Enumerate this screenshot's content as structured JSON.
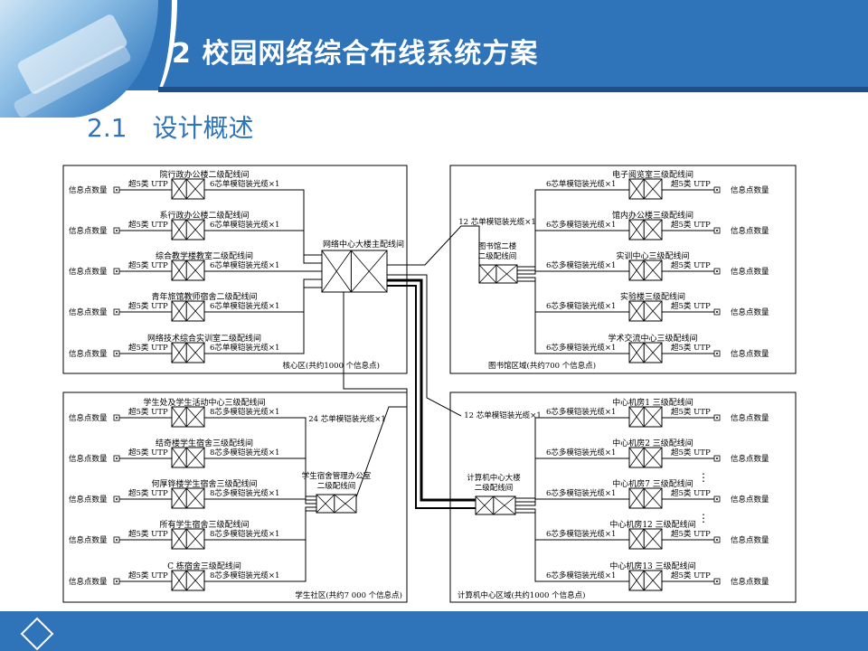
{
  "header": {
    "title": "2  校园网络综合布线系统方案"
  },
  "section": {
    "number": "2.1",
    "title": "设计概述"
  },
  "colors": {
    "header_blue": "#2f73b8",
    "band_dark": "#1d4f8a"
  },
  "diagram": {
    "core": {
      "main_room": "网络中心大楼主配线间",
      "footer": "核心区(共约1000 个信息点)",
      "rows": [
        {
          "room": "院行政办公楼二级配线间",
          "fiber": "6芯单模铠装光缆×1"
        },
        {
          "room": "系行政办公楼二级配线间",
          "fiber": "6芯单模铠装光缆×1"
        },
        {
          "room": "综合教学楼教室二级配线间",
          "fiber": "6芯单模铠装光缆×1"
        },
        {
          "room": "青年旅馆教师宿舍二级配线间",
          "fiber": "6芯单模铠装光缆×1"
        },
        {
          "room": "网络技术综合实训室二级配线间",
          "fiber": "6芯单模铠装光缆×1"
        }
      ]
    },
    "library": {
      "center_line1": "图书馆二楼",
      "center_line2": "二级配线间",
      "uplink": "12 芯单模铠装光缆×1",
      "footer": "图书馆区域(共约700 个信息点)",
      "rows": [
        {
          "room": "电子阅览室三级配线间",
          "fiber": "6芯单模铠装光缆×1"
        },
        {
          "room": "馆内办公楼三级配线间",
          "fiber": "6芯多模铠装光缆×1"
        },
        {
          "room": "实训中心三级配线间",
          "fiber": "6芯多模铠装光缆×1"
        },
        {
          "room": "实验楼三级配线间",
          "fiber": "6芯多模铠装光缆×1"
        },
        {
          "room": "学术交流中心三级配线间",
          "fiber": "6芯多模铠装光缆×1"
        }
      ]
    },
    "student": {
      "center_line1": "学生宿舍管理办公室",
      "center_line2": "二级配线间",
      "uplink": "24 芯单模铠装光缆×1",
      "footer": "学生社区(共约7 000 个信息点)",
      "rows": [
        {
          "room": "学生处及学生活动中心三级配线间",
          "fiber": "8芯多模铠装光缆×1"
        },
        {
          "room": "结奇楼学生宿舍三级配线间",
          "fiber": "8芯多模铠装光缆×1"
        },
        {
          "room": "何厚铧楼学生宿舍三级配线间",
          "fiber": "8芯多模铠装光缆×1"
        },
        {
          "room": "所有学生宿舍三级配线间",
          "fiber": "8芯多模铠装光缆×1"
        },
        {
          "room": "C 栋宿舍三级配线间",
          "fiber": "8芯多模铠装光缆×1"
        }
      ]
    },
    "computer": {
      "center_line1": "计算机中心大楼",
      "center_line2": "二级配线间",
      "uplink": "12 芯单模铠装光缆×1",
      "footer": "计算机中心区域(共约1000 个信息点)",
      "rows": [
        {
          "room": "中心机房1 三级配线间",
          "fiber": "6芯多模铠装光缆×1"
        },
        {
          "room": "中心机房2 三级配线间",
          "fiber": "6芯多模铠装光缆×1"
        },
        {
          "room": "中心机房7 三级配线间",
          "fiber": "6芯多模铠装光缆×1"
        },
        {
          "room": "中心机房12 三级配线间",
          "fiber": "6芯多模铠装光缆×1"
        },
        {
          "room": "中心机房13 三级配线间",
          "fiber": "6芯多模铠装光缆×1"
        }
      ]
    },
    "common": {
      "utp": "超5类 UTP",
      "info_points": "信息点数量",
      "ellipsis": "⋮"
    }
  }
}
